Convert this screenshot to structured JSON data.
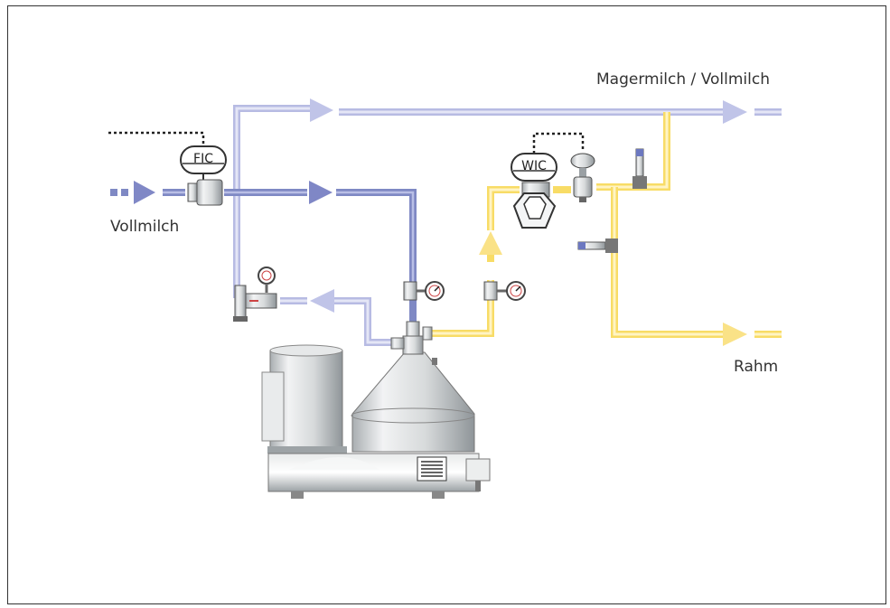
{
  "labels": {
    "outlet": "Magermilch / Vollmilch",
    "inlet": "Vollmilch",
    "cream": "Rahm"
  },
  "instruments": {
    "flow_controller": "FIC",
    "weight_controller": "WIC"
  },
  "colors": {
    "frame": "#333333",
    "whole_milk_pipe": "#7f89c4",
    "skim_pipe": "#b7bbe3",
    "cream_pipe": "#f8dc66",
    "arrow_whole": "#8088c6",
    "arrow_light": "#c0c4e8",
    "arrow_cream": "#fae287",
    "machine_body": "#cfd2d4",
    "machine_shadow": "#8e9497"
  }
}
